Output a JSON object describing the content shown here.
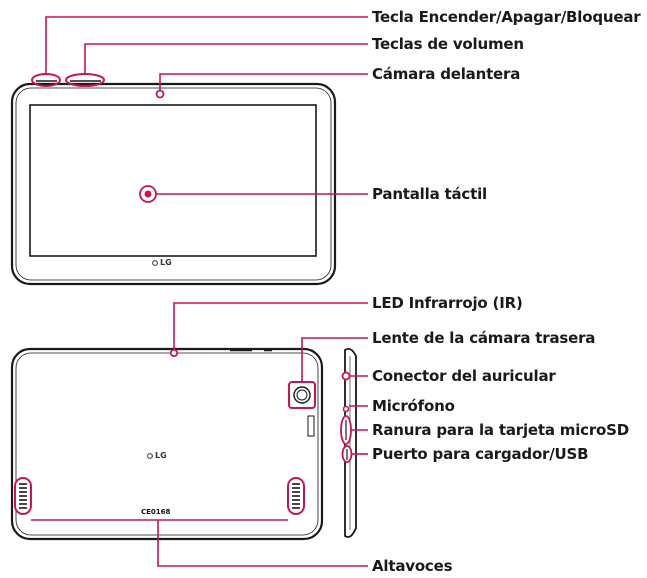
{
  "accent_color": "#c8174d",
  "labels": {
    "power_key": "Tecla Encender/Apagar/Bloquear",
    "volume_keys": "Teclas de volumen",
    "front_camera": "Cámara delantera",
    "touch_screen": "Pantalla táctil",
    "ir_led": "LED Infrarrojo (IR)",
    "rear_camera_lens": "Lente de la cámara trasera",
    "headset_jack": "Conector del auricular",
    "microphone": "Micrófono",
    "microsd_slot": "Ranura para la tarjeta microSD",
    "charger_usb_port": "Puerto para cargador/USB",
    "speakers": "Altavoces"
  },
  "device": {
    "front_logo": "LG",
    "back_logo": "LG",
    "back_code": "CE0168"
  }
}
